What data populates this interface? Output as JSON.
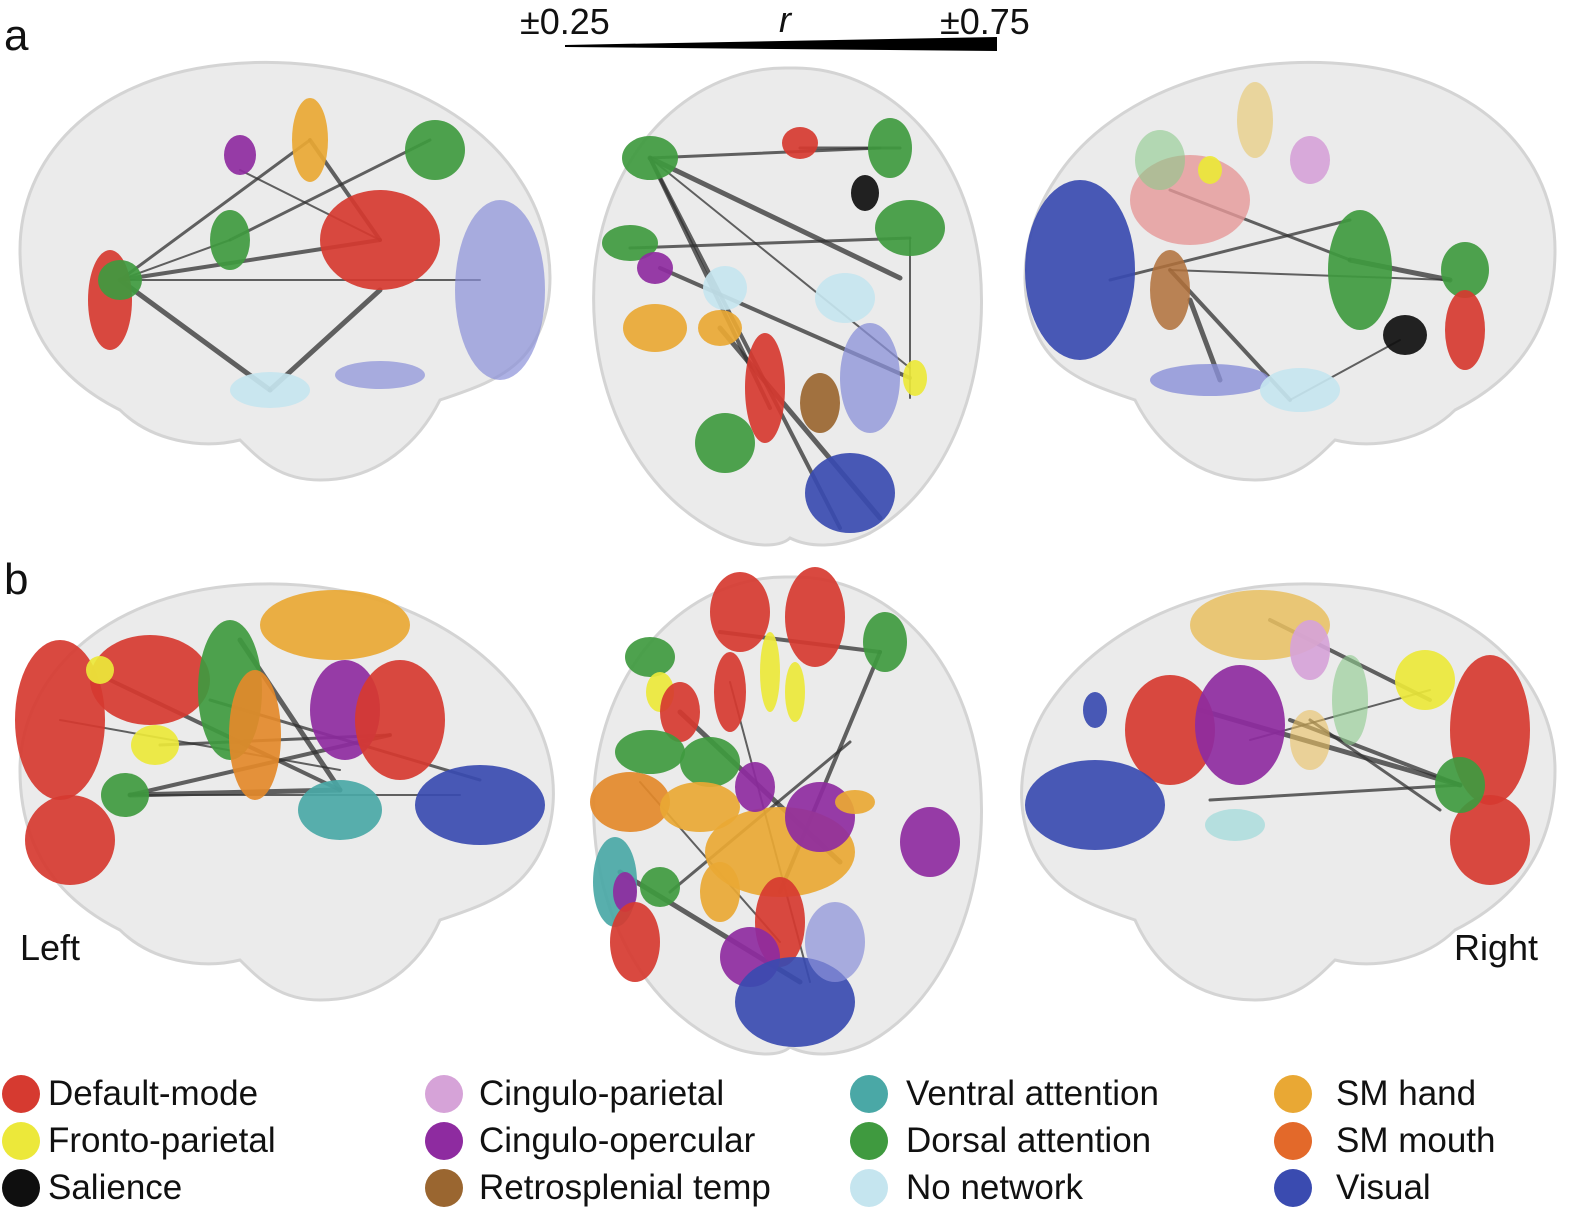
{
  "panels": [
    {
      "id": "a",
      "label": "a"
    },
    {
      "id": "b",
      "label": "b"
    }
  ],
  "scale": {
    "min_label": "±0.25",
    "symbol": "r",
    "max_label": "±0.75"
  },
  "side_labels": {
    "left": "Left",
    "right": "Right"
  },
  "colors": {
    "outline": "#d4d4d4",
    "brain_fill": "#ebebeb",
    "edge": "#303030"
  },
  "legend": [
    {
      "label": "Default-mode",
      "color": "#d63a30"
    },
    {
      "label": "Fronto-parietal",
      "color": "#ece83a"
    },
    {
      "label": "Salience",
      "color": "#0f0f0f"
    },
    {
      "label": "Cingulo-parietal",
      "color": "#d6a3d8"
    },
    {
      "label": "Cingulo-opercular",
      "color": "#8e2ba0"
    },
    {
      "label": "Retrosplenial temp",
      "color": "#9a6630"
    },
    {
      "label": "Ventral attention",
      "color": "#4aa8a6"
    },
    {
      "label": "Dorsal attention",
      "color": "#3f9a3f"
    },
    {
      "label": "No network",
      "color": "#c5e5ef"
    },
    {
      "label": "SM hand",
      "color": "#e9a834"
    },
    {
      "label": "SM mouth",
      "color": "#e3692a"
    },
    {
      "label": "Visual",
      "color": "#3a4bb0"
    }
  ]
}
